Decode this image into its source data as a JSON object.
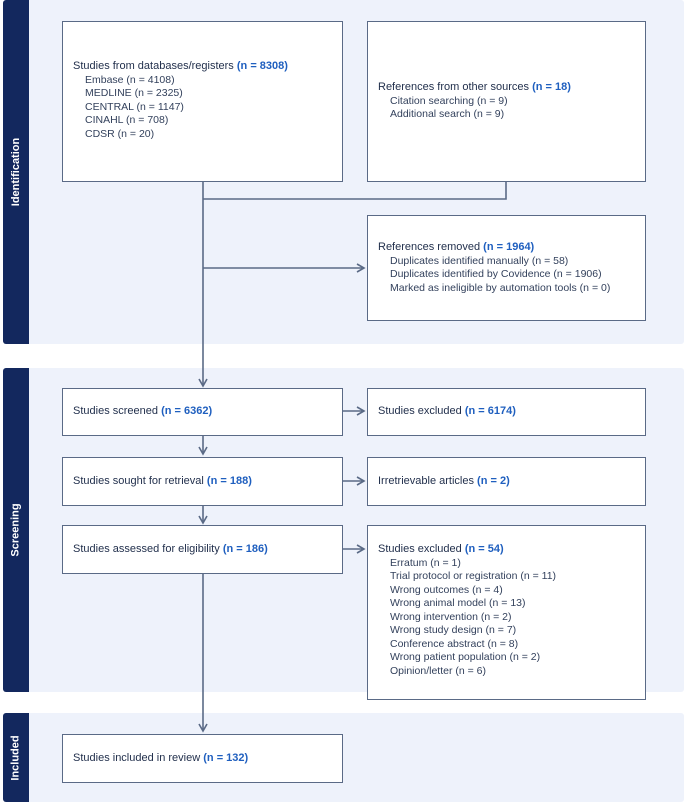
{
  "phases": {
    "identification": "Identification",
    "screening": "Screening",
    "included": "Included"
  },
  "boxes": {
    "databases": {
      "title": "Studies from databases/registers",
      "count": "(n = 8308)",
      "items": [
        "Embase (n = 4108)",
        "MEDLINE (n = 2325)",
        "CENTRAL (n = 1147)",
        "CINAHL (n = 708)",
        "CDSR (n = 20)"
      ]
    },
    "other_sources": {
      "title": "References from other sources",
      "count": "(n = 18)",
      "items": [
        "Citation searching (n = 9)",
        "Additional search (n = 9)"
      ]
    },
    "removed": {
      "title": "References removed",
      "count": "(n = 1964)",
      "items": [
        "Duplicates identified manually (n = 58)",
        "Duplicates identified by Covidence (n = 1906)",
        "Marked as ineligible by automation tools (n = 0)"
      ]
    },
    "screened": {
      "title": "Studies screened",
      "count": "(n = 6362)"
    },
    "excluded_screen": {
      "title": "Studies excluded",
      "count": "(n = 6174)"
    },
    "retrieval": {
      "title": "Studies sought for retrieval",
      "count": "(n = 188)"
    },
    "irretrievable": {
      "title": "Irretrievable articles",
      "count": "(n = 2)"
    },
    "eligibility": {
      "title": "Studies assessed for eligibility",
      "count": "(n = 186)"
    },
    "excluded_full": {
      "title": "Studies excluded",
      "count": "(n = 54)",
      "items": [
        "Erratum (n = 1)",
        "Trial protocol or registration (n = 11)",
        "Wrong outcomes (n = 4)",
        "Wrong animal model (n = 13)",
        "Wrong intervention (n = 2)",
        "Wrong study design (n = 7)",
        "Conference abstract (n = 8)",
        "Wrong patient population (n = 2)",
        "Opinion/letter (n = 6)"
      ]
    },
    "included": {
      "title": "Studies included in review",
      "count": "(n = 132)"
    }
  },
  "colors": {
    "band_bg": "#eef2fb",
    "label_bg": "#13285e",
    "count": "#1f5fbf",
    "connector": "#5a6a86"
  }
}
